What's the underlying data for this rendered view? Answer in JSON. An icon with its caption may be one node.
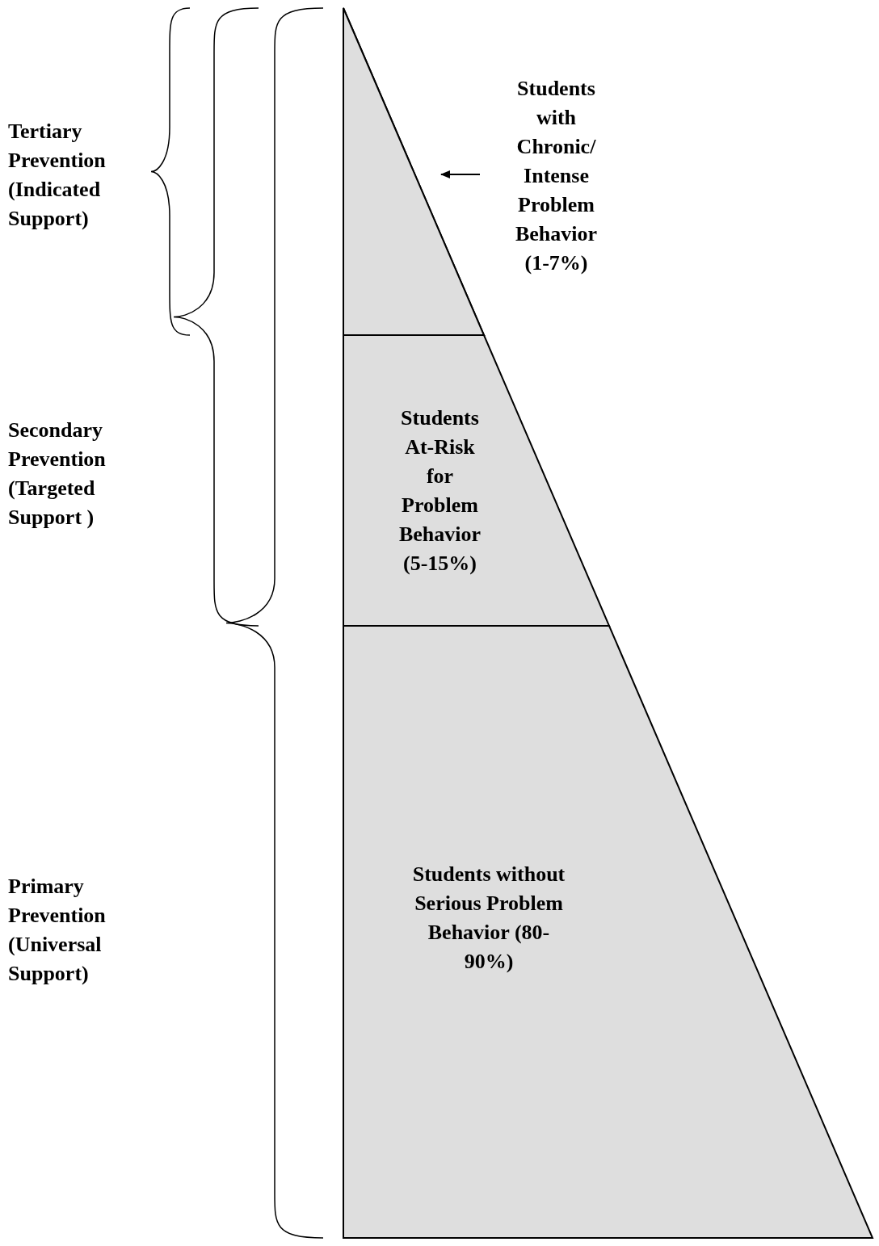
{
  "diagram": {
    "nodes": [
      {
        "text": [],
        "shape": "triangle"
      },
      {
        "text": [
          "Students with Chronic/ Intense Problem Behavior (1-7%)"
        ]
      },
      {
        "text": [
          "Students At-Risk for Problem Behavior (5-15%)"
        ]
      },
      {
        "text": [
          "Students without Serious Problem Behavior (80-90%)"
        ]
      }
    ],
    "edges": [
      {
        "from": 1,
        "to": 0,
        "arrow": "to"
      }
    ],
    "labels": [
      "Tertiary Prevention (Indicated Support)",
      "Secondary Prevention (Targeted Support )",
      "Primary Prevention (Universal Support)"
    ]
  }
}
